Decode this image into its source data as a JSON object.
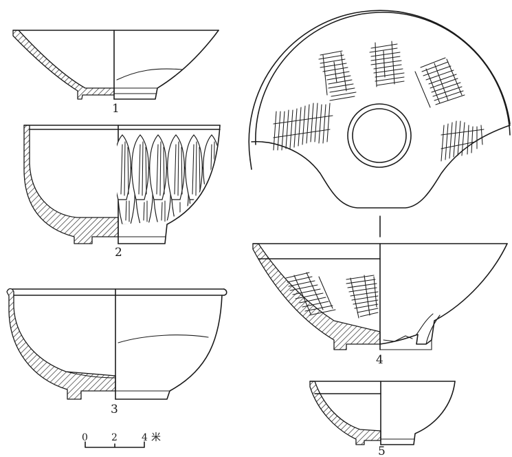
{
  "figure_labels": {
    "fig1": "1",
    "fig2": "2",
    "fig3": "3",
    "fig4": "4",
    "fig5": "5"
  },
  "scale_bar": {
    "tick0": "0",
    "tick2": "2",
    "tick4": "4",
    "unit": "米"
  }
}
